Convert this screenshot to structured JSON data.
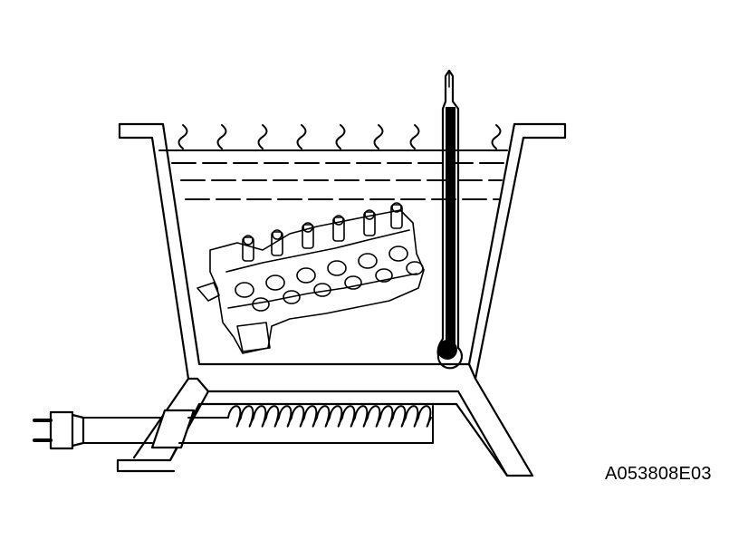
{
  "figure": {
    "reference_code": "A053808E03",
    "components": [
      "heating-tank",
      "water",
      "steam",
      "thermometer",
      "cylinder-head",
      "heater-coil",
      "power-plug",
      "power-cord"
    ]
  },
  "colors": {
    "ink": "#000000",
    "paper": "#ffffff"
  }
}
